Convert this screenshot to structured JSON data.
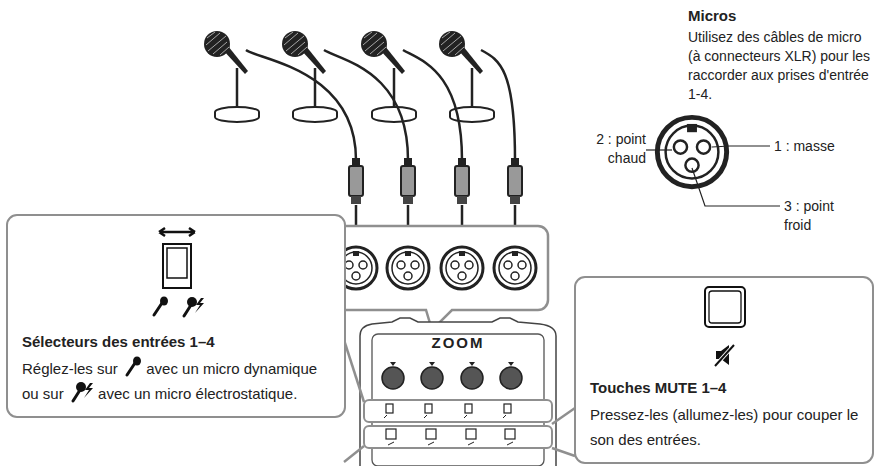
{
  "diagram": {
    "nodes": [
      {
        "text": [
          "Sélecteurs des entrées 1–4",
          "Réglez-les sur",
          "avec un micro dynamique ou sur",
          "avec un micro électrostatique."
        ]
      },
      {
        "text": [
          "Touches MUTE 1–4",
          "Pressez-les (allumez-les) pour couper le son des entrées."
        ]
      }
    ],
    "labels": [
      "Micros",
      "Utilisez des câbles de micro (à connecteurs XLR) pour les raccorder aux prises d'entrée 1-4.",
      "2 : point chaud",
      "1 : masse",
      "3 : point froid",
      "ZOOM"
    ]
  }
}
